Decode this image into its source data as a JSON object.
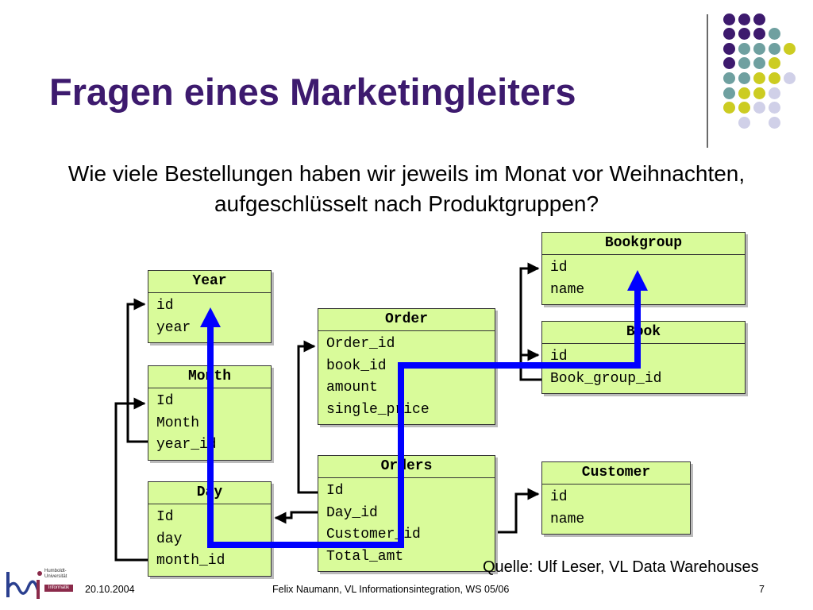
{
  "slide": {
    "title": "Fragen eines Marketingleiters",
    "question": "Wie viele Bestellungen haben wir jeweils im Monat vor Weihnachten, aufgeschlüsselt nach Produktgruppen?",
    "source": "Quelle: Ulf Leser, VL Data Warehouses"
  },
  "tables": {
    "year": {
      "name": "Year",
      "fields": [
        "id",
        "year"
      ]
    },
    "month": {
      "name": "Month",
      "fields": [
        "Id",
        "Month",
        "year_id"
      ]
    },
    "day": {
      "name": "Day",
      "fields": [
        "Id",
        "day",
        "month_id"
      ]
    },
    "order": {
      "name": "Order",
      "fields": [
        "Order_id",
        "book_id",
        "amount",
        "single_price"
      ]
    },
    "orders": {
      "name": "Orders",
      "fields": [
        "Id",
        "Day_id",
        "Customer_id",
        "Total_amt"
      ]
    },
    "bookgroup": {
      "name": "Bookgroup",
      "fields": [
        "id",
        "name"
      ]
    },
    "book": {
      "name": "Book",
      "fields": [
        "id",
        "Book_group_id"
      ]
    },
    "customer": {
      "name": "Customer",
      "fields": [
        "id",
        "name"
      ]
    }
  },
  "footer": {
    "date": "20.10.2004",
    "author": "Felix Naumann, VL Informationsintegration, WS 05/06",
    "page": "7"
  },
  "logo": {
    "line1": "Humboldt-",
    "line2": "Universität",
    "badge": "Informatik"
  },
  "colors": {
    "title": "#3d1a6e",
    "table_fill": "#d9fb9a",
    "query_path": "#0000ff",
    "dot_purple": "#3d1a6e",
    "dot_teal": "#6fa0a0",
    "dot_yellow": "#cccc22",
    "dot_lilac": "#d0d0e8"
  }
}
